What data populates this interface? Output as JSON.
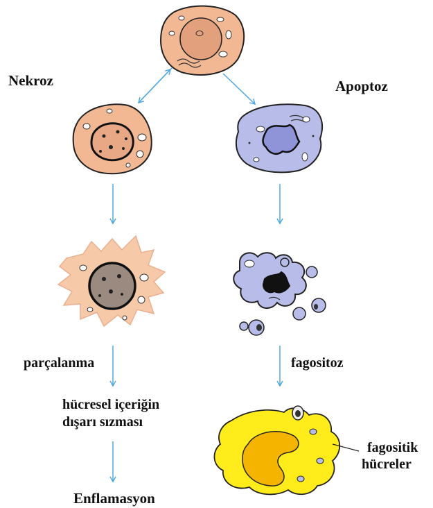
{
  "labels": {
    "nekroz": "Nekroz",
    "apoptoz": "Apoptoz",
    "parcalanma": "parçalanma",
    "sizma_line1": "hücresel içeriğin",
    "sizma_line2": "dışarı sızması",
    "enflamasyon": "Enflamasyon",
    "fagositoz": "fagositoz",
    "fagositik_line1": "fagositik",
    "fagositik_line2": "hücreler"
  },
  "colors": {
    "arrow": "#4fa8e0",
    "normal_cell": "#f2b793",
    "necrotic_cell": "#f6c9a8",
    "apoptotic_cell": "#b7bde8",
    "apoptotic_nucleus": "#8f93d8",
    "phagocyte": "#ffec1a",
    "phagocyte_nucleus": "#f4b400",
    "outline": "#222222"
  }
}
